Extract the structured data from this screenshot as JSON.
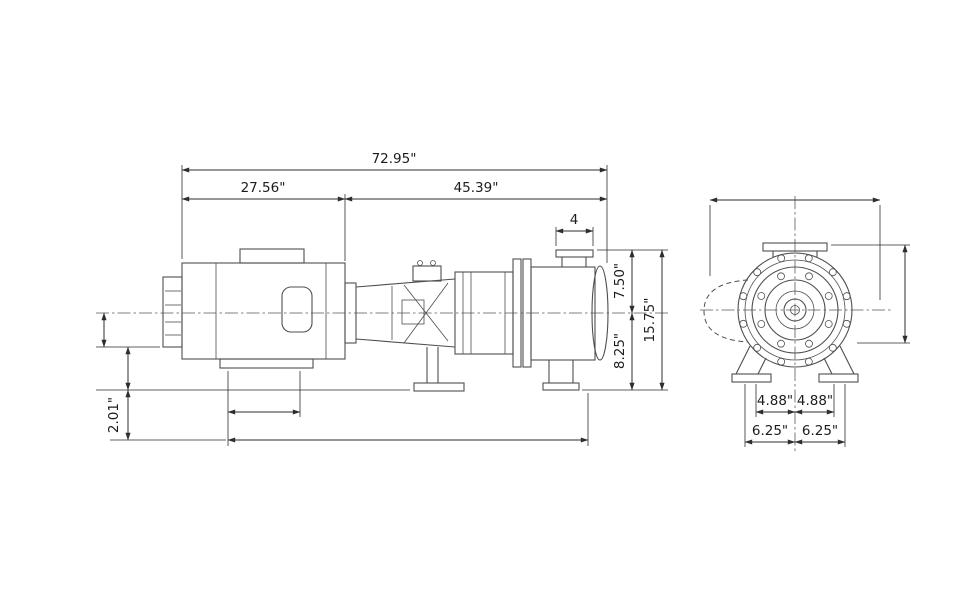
{
  "drawing": {
    "type": "pump-dimensional-drawing",
    "side_view": {
      "overall_length": "72.95\"",
      "motor_length": "27.56\"",
      "pump_length": "45.39\"",
      "port_size": "4",
      "centerline_to_top": "7.50\"",
      "centerline_to_bottom": "8.25\"",
      "overall_height": "15.75\"",
      "base_height": "2.01\""
    },
    "end_view": {
      "foot_left": "4.88\"",
      "foot_right": "4.88\"",
      "base_left": "6.25\"",
      "base_right": "6.25\""
    }
  }
}
